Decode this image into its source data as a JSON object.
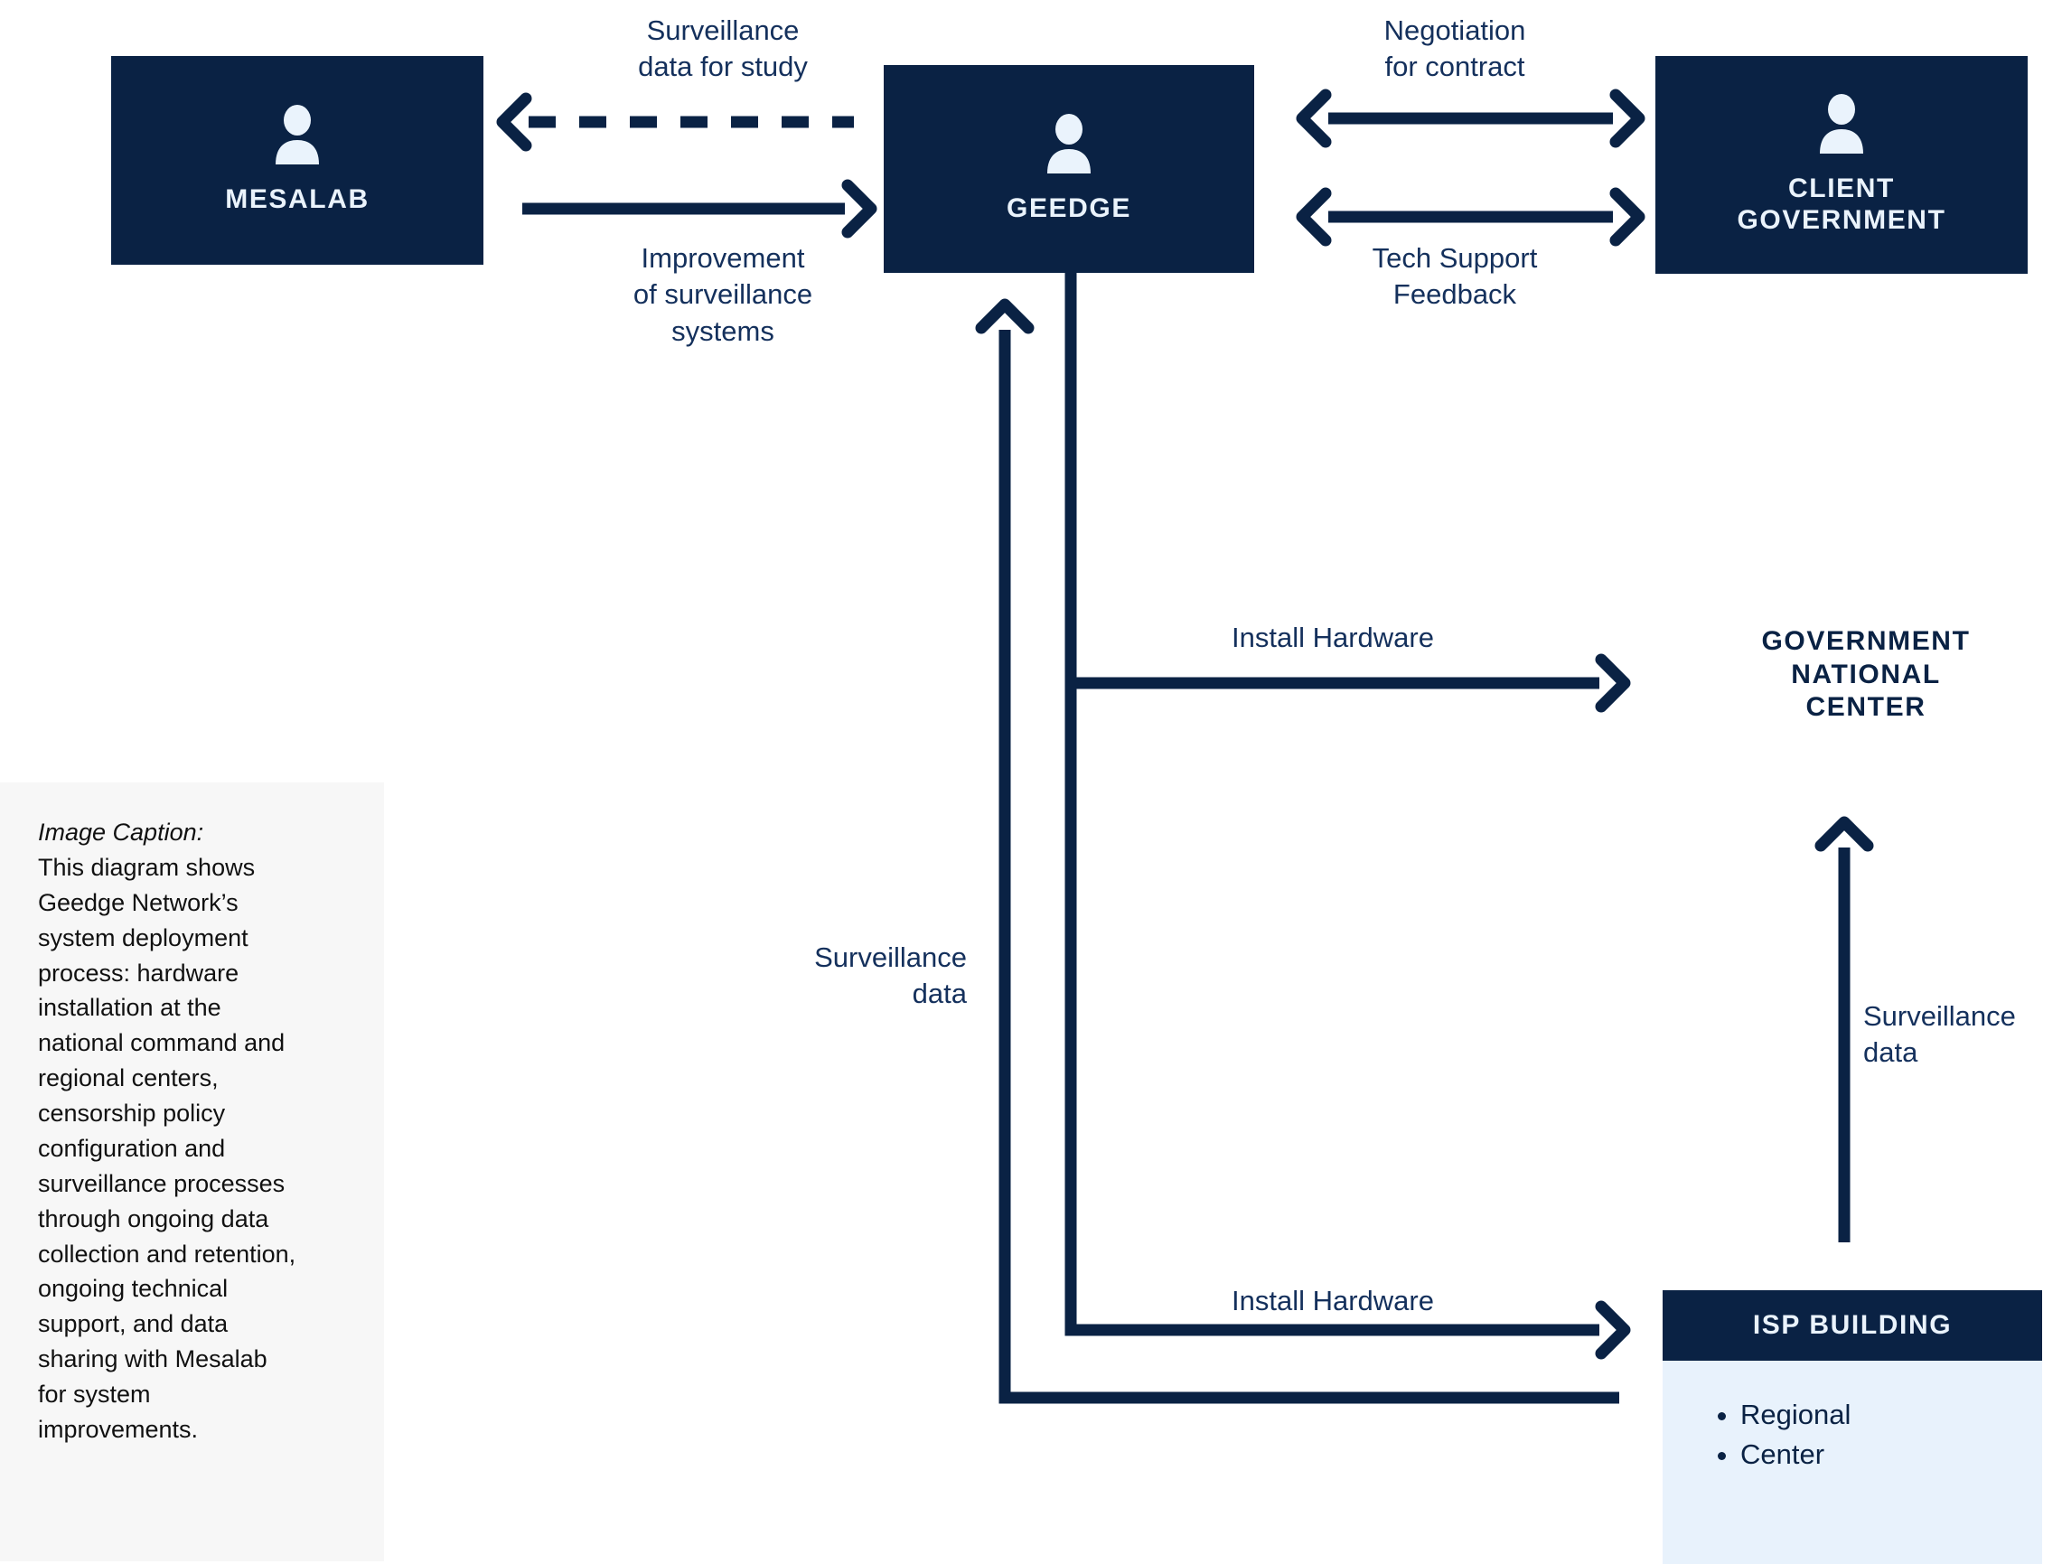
{
  "theme": {
    "navy": "#0A2244",
    "light_blue": "#E8F2FC",
    "label_text": "#14305c",
    "caption_bg": "#F7F7F7",
    "page_bg": "#FFFFFF"
  },
  "nodes": {
    "mesalab": {
      "label": "MESALAB",
      "icon": "person-icon"
    },
    "geedge": {
      "label": "GEEDGE",
      "icon": "person-icon"
    },
    "client_government": {
      "label": "CLIENT\nGOVERNMENT",
      "icon": "person-icon"
    },
    "government_national_center": {
      "label": "GOVERNMENT\nNATIONAL\nCENTER"
    },
    "isp_building": {
      "title": "ISP BUILDING",
      "items": [
        "Regional",
        "Center"
      ]
    }
  },
  "edges": [
    {
      "id": "surveillance-data-for-study",
      "label": "Surveillance\ndata for study",
      "from": "geedge",
      "to": "mesalab",
      "style": "dashed",
      "direction": "left"
    },
    {
      "id": "improvement-of-surveillance-systems",
      "label": "Improvement\nof surveillance\nsystems",
      "from": "mesalab",
      "to": "geedge",
      "style": "solid",
      "direction": "right"
    },
    {
      "id": "negotiation-for-contract",
      "label": "Negotiation\nfor contract",
      "from": "geedge",
      "to": "client_government",
      "style": "solid",
      "direction": "both"
    },
    {
      "id": "tech-support-feedback",
      "label": "Tech Support\nFeedback",
      "from": "geedge",
      "to": "client_government",
      "style": "solid",
      "direction": "both"
    },
    {
      "id": "install-hardware-national",
      "label": "Install Hardware",
      "from": "geedge",
      "to": "government_national_center",
      "style": "solid",
      "direction": "right"
    },
    {
      "id": "install-hardware-isp",
      "label": "Install Hardware",
      "from": "geedge",
      "to": "isp_building",
      "style": "solid",
      "direction": "right"
    },
    {
      "id": "surveillance-data-to-geedge",
      "label": "Surveillance\ndata",
      "from": "isp_building",
      "to": "geedge",
      "style": "solid",
      "direction": "up"
    },
    {
      "id": "surveillance-data-to-national-center",
      "label": "Surveillance\ndata",
      "from": "isp_building",
      "to": "government_national_center",
      "style": "solid",
      "direction": "up"
    }
  ],
  "caption": {
    "title": "Image Caption:",
    "text": "This diagram shows\nGeedge Network’s\n system deployment\nprocess: hardware\ninstallation at the\nnational command and\nregional centers,\ncensorship policy\nconfiguration and\nsurveillance processes\nthrough ongoing data\ncollection and retention,\nongoing technical\nsupport, and data\nsharing with Mesalab\nfor system\nimprovements."
  },
  "labels": {
    "surveillance_data_for_study": "Surveillance\ndata for study",
    "improvement_of_surveillance_systems": "Improvement\nof surveillance\nsystems",
    "negotiation_for_contract": "Negotiation\nfor contract",
    "tech_support_feedback": "Tech Support\nFeedback",
    "install_hardware_top": "Install Hardware",
    "install_hardware_bottom": "Install Hardware",
    "surveillance_data_middle": "Surveillance\ndata",
    "surveillance_data_right": "Surveillance\ndata"
  }
}
